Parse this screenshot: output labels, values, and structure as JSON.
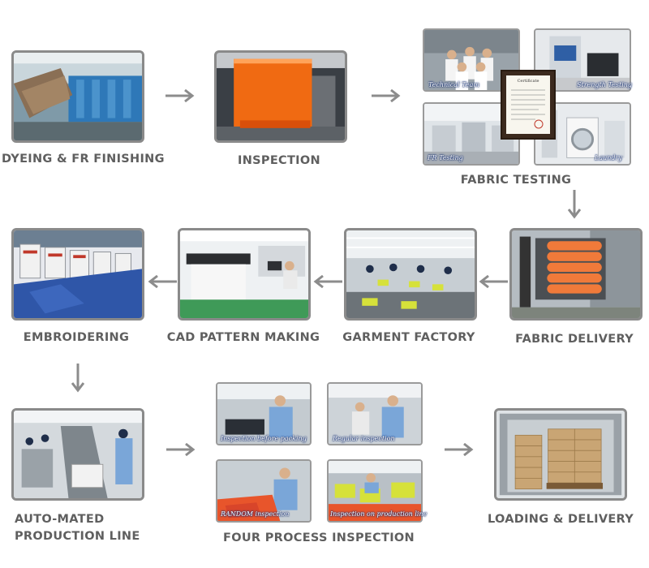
{
  "steps": {
    "dyeing": "DYEING & FR FINISHING",
    "inspection": "INSPECTION",
    "fabric_testing": "FABRIC TESTING",
    "fabric_delivery": "FABRIC DELIVERY",
    "garment_factory": "GARMENT FACTORY",
    "cad": "CAD PATTERN MAKING",
    "embroidering": "EMBROIDERING",
    "auto_line_1": "AUTO-MATED",
    "auto_line_2": "PRODUCTION LINE",
    "four_process": "FOUR PROCESS INSPECTION",
    "loading": "LOADING & DELIVERY"
  },
  "testing_captions": {
    "technical_team": "Technical Team",
    "strength_testing": "Strength Testing",
    "fr_testing": "FR Testing",
    "laundry": "Laundry",
    "certificate": "Certificate"
  },
  "inspection_captions": {
    "before_packing": "Inspection before packing",
    "regular": "Regular inspection",
    "random": "RANDOM inspection",
    "on_line": "Inspection on production line"
  },
  "icons": {
    "arrow": "arrow-icon"
  }
}
